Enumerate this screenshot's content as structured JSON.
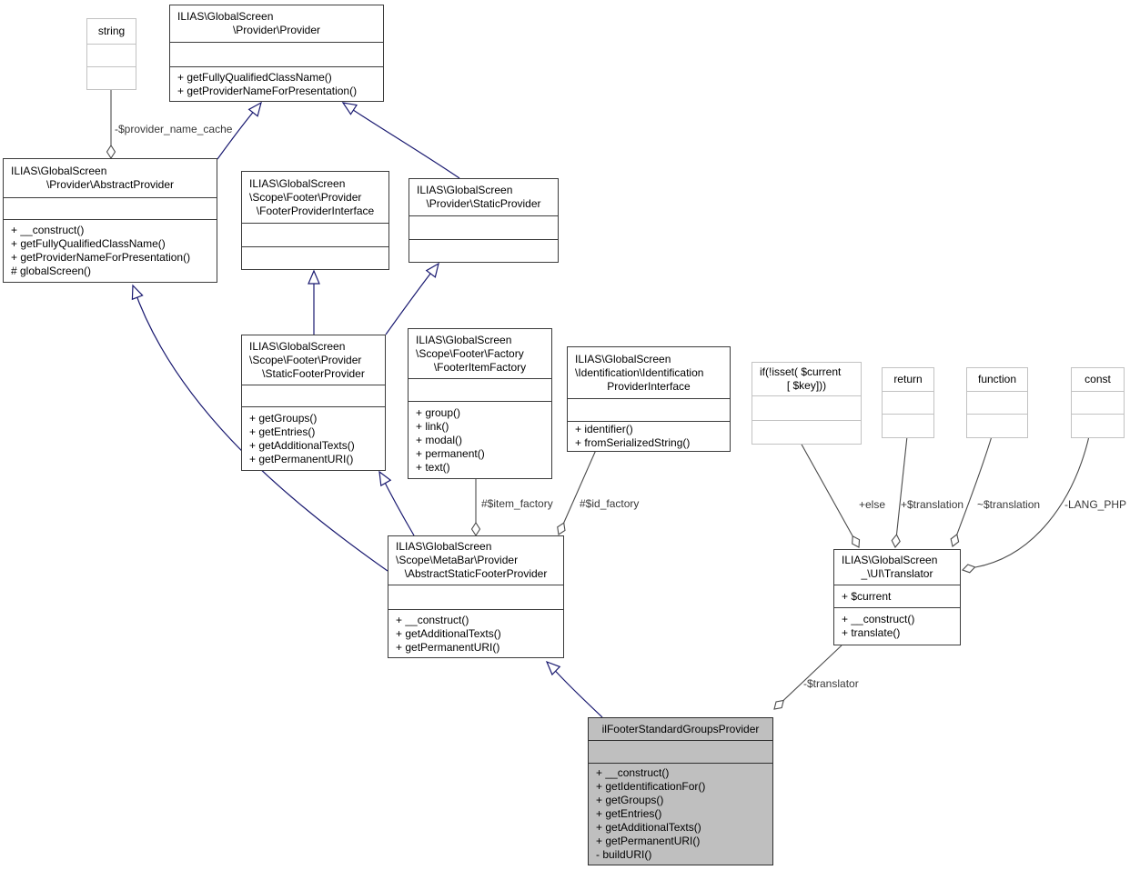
{
  "colors": {
    "inheritance_edge": "#191970",
    "association_edge": "#4a4a4a",
    "node_border": "#3b3b3b",
    "gray_node_border": "#c2c2c2",
    "highlight_fill": "#bfbfbf",
    "background": "#ffffff"
  },
  "nodes": {
    "string_type": {
      "title": [
        "string"
      ]
    },
    "provider": {
      "title": [
        "ILIAS\\GlobalScreen",
        "\\Provider\\Provider"
      ],
      "methods": [
        "+ getFullyQualifiedClassName()",
        "+ getProviderNameForPresentation()"
      ]
    },
    "abstract_provider": {
      "title": [
        "ILIAS\\GlobalScreen",
        "\\Provider\\AbstractProvider"
      ],
      "methods": [
        "+ __construct()",
        "+ getFullyQualifiedClassName()",
        "+ getProviderNameForPresentation()",
        "# globalScreen()"
      ]
    },
    "footer_provider_interface": {
      "title": [
        "ILIAS\\GlobalScreen",
        "\\Scope\\Footer\\Provider",
        "\\FooterProviderInterface"
      ]
    },
    "static_provider": {
      "title": [
        "ILIAS\\GlobalScreen",
        "\\Provider\\StaticProvider"
      ]
    },
    "static_footer_provider": {
      "title": [
        "ILIAS\\GlobalScreen",
        "\\Scope\\Footer\\Provider",
        "\\StaticFooterProvider"
      ],
      "methods": [
        "+ getGroups()",
        "+ getEntries()",
        "+ getAdditionalTexts()",
        "+ getPermanentURI()"
      ]
    },
    "footer_item_factory": {
      "title": [
        "ILIAS\\GlobalScreen",
        "\\Scope\\Footer\\Factory",
        "\\FooterItemFactory"
      ],
      "methods": [
        "+ group()",
        "+ link()",
        "+ modal()",
        "+ permanent()",
        "+ text()"
      ]
    },
    "identification_provider_interface": {
      "title": [
        "ILIAS\\GlobalScreen",
        "\\Identification\\Identification",
        "ProviderInterface"
      ],
      "methods": [
        "+ identifier()",
        "+ fromSerializedString()"
      ]
    },
    "if_isset": {
      "title": [
        "if(!isset( $current",
        "[ $key]))"
      ]
    },
    "return_kw": {
      "title": [
        "return"
      ]
    },
    "function_kw": {
      "title": [
        "function"
      ]
    },
    "const_kw": {
      "title": [
        "const"
      ]
    },
    "abstract_static_footer_provider": {
      "title": [
        "ILIAS\\GlobalScreen",
        "\\Scope\\MetaBar\\Provider",
        "\\AbstractStaticFooterProvider"
      ],
      "methods": [
        "+ __construct()",
        "+ getAdditionalTexts()",
        "+ getPermanentURI()"
      ]
    },
    "translator": {
      "title": [
        "ILIAS\\GlobalScreen",
        "_\\UI\\Translator"
      ],
      "attributes": [
        "+ $current"
      ],
      "methods": [
        "+ __construct()",
        "+ translate()"
      ]
    },
    "il_footer_standard_groups_provider": {
      "title": [
        "ilFooterStandardGroupsProvider"
      ],
      "methods": [
        "+ __construct()",
        "+ getIdentificationFor()",
        "+ getGroups()",
        "+ getEntries()",
        "+ getAdditionalTexts()",
        "+ getPermanentURI()",
        "- buildURI()"
      ]
    }
  },
  "edge_labels": {
    "provider_name_cache": "-$provider_name_cache",
    "item_factory": "#$item_factory",
    "id_factory": "#$id_factory",
    "else_branch": "+else",
    "translation_public": "+$translation",
    "translation_protected": "~$translation",
    "lang_php": "-LANG_PHP",
    "translator_member": "-$translator"
  }
}
